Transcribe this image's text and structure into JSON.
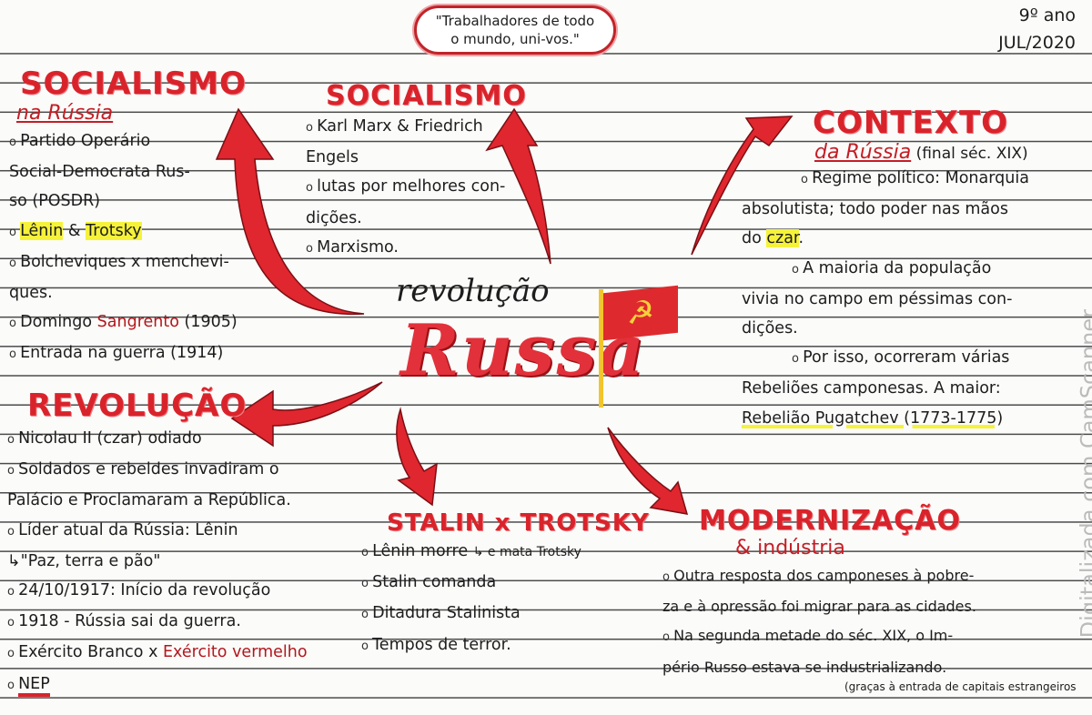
{
  "header": {
    "grade": "9º ano",
    "date": "JUL/2020"
  },
  "quote": {
    "text": "\"Trabalhadores de todo o mundo, uni-vos.\""
  },
  "center": {
    "line1": "revolução",
    "line2": "Russa",
    "flag_icon": "hammer-and-sickle"
  },
  "socialismo_russia": {
    "title": "SOCIALISMO",
    "subtitle": "na Rússia",
    "items": [
      "Partido Operário",
      "Social-Democrata Rus-",
      "so (POSDR)"
    ],
    "leaders_a": "Lênin",
    "leaders_amp": " & ",
    "leaders_b": "Trotsky",
    "items2": [
      "Bolcheviques x menchevi-",
      "ques."
    ],
    "domingo_a": "Domingo ",
    "domingo_b": "Sangrento",
    "domingo_c": " (1905)",
    "entrada": "Entrada na guerra (1914)"
  },
  "socialismo": {
    "title": "SOCIALISMO",
    "items": [
      "Karl Marx & Friedrich",
      "Engels",
      "lutas por melhores con-",
      "dições.",
      "Marxismo."
    ]
  },
  "contexto": {
    "title": "CONTEXTO",
    "subtitle": "da Rússia",
    "subtitle_note": " (final séc. XIX)",
    "lines": [
      "Regime político: Monarquia",
      "absolutista; todo poder nas mãos"
    ],
    "czar_pre": "do ",
    "czar": "czar",
    "czar_post": ".",
    "lines2": [
      "A maioria da população",
      "vivia no campo em péssimas con-",
      "dições.",
      "Por isso, ocorreram várias",
      "Rebeliões camponesas. A maior:"
    ],
    "rebellion": "Rebelião Pugatchev (1773-1775)"
  },
  "revolucao": {
    "title": "REVOLUÇÃO",
    "items": [
      "Nicolau II (czar) odiado",
      "Soldados e rebeldes invadiram o",
      "Palácio e Proclamaram a República.",
      "Líder atual da Rússia: Lênin",
      "↳\"Paz, terra e pão\"",
      "24/10/1917: Início da revolução",
      "1918 - Rússia sai da guerra."
    ],
    "exercito_a": "Exército Branco x ",
    "exercito_b": "Exército vermelho",
    "nep": "NEP"
  },
  "stalin": {
    "title": "STALIN x TROTSKY",
    "items": [
      "Lênin morre",
      "Stalin comanda",
      "Ditadura Stalinista",
      "Tempos de terror."
    ],
    "note": "↳ e mata Trotsky"
  },
  "modernizacao": {
    "title": "MODERNIZAÇÃO",
    "subtitle": "& indústria",
    "lines": [
      "Outra resposta dos camponeses à pobre-",
      "za e à opressão foi migrar para as cidades.",
      "Na segunda metade do séc. XIX, o Im-",
      "pério Russo estava se industrializando."
    ],
    "note": "(graças à entrada de capitais estrangeiros"
  },
  "watermark": "Digitalizada com CamScanner",
  "colors": {
    "red": "#d9232b",
    "highlight": "#f6f23a"
  }
}
